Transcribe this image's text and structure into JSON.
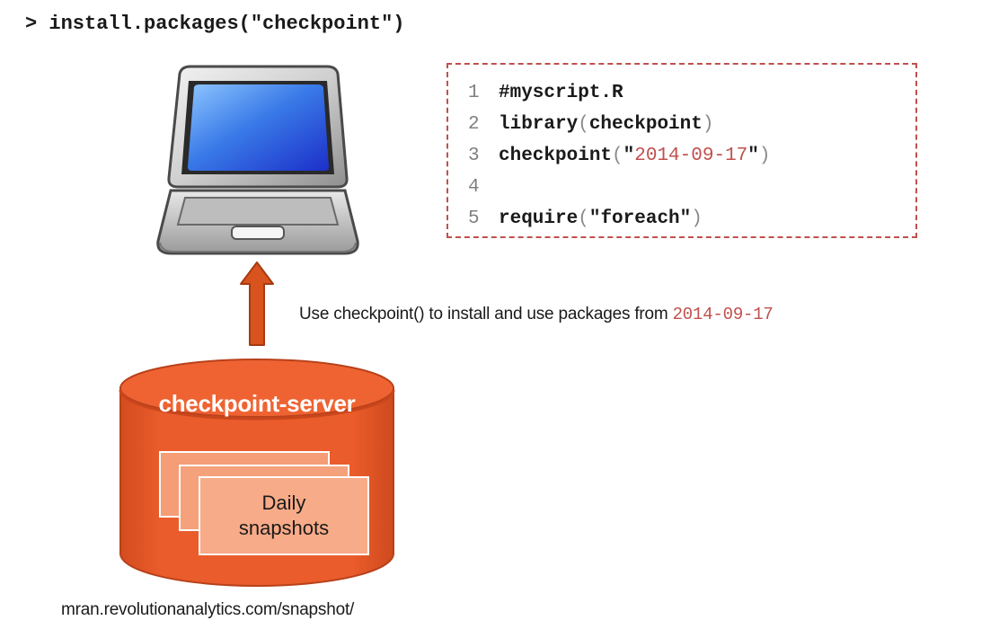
{
  "command": {
    "prompt": ">",
    "text": "install.packages(\"checkpoint\")"
  },
  "code": {
    "lines": [
      {
        "num": "1",
        "text": "#myscript.R"
      },
      {
        "num": "2",
        "func": "library",
        "arg": "checkpoint"
      },
      {
        "num": "3",
        "func": "checkpoint",
        "arg": "2014-09-17"
      },
      {
        "num": "4",
        "text": ""
      },
      {
        "num": "5",
        "func": "require",
        "arg": "foreach"
      }
    ]
  },
  "caption": {
    "text": "Use checkpoint() to install and use packages from ",
    "date": "2014-09-17"
  },
  "server": {
    "title": "checkpoint-server",
    "snapshots_label": "Daily\nsnapshots",
    "url": "mran.revolutionanalytics.com/snapshot/"
  },
  "colors": {
    "accent": "#c0504d",
    "server_fill": "#e8582a",
    "server_dark": "#c9461d",
    "arrow": "#d9531e"
  },
  "icons": {
    "computer": "laptop-icon",
    "upload": "up-arrow-icon",
    "database": "database-cylinder-icon"
  }
}
